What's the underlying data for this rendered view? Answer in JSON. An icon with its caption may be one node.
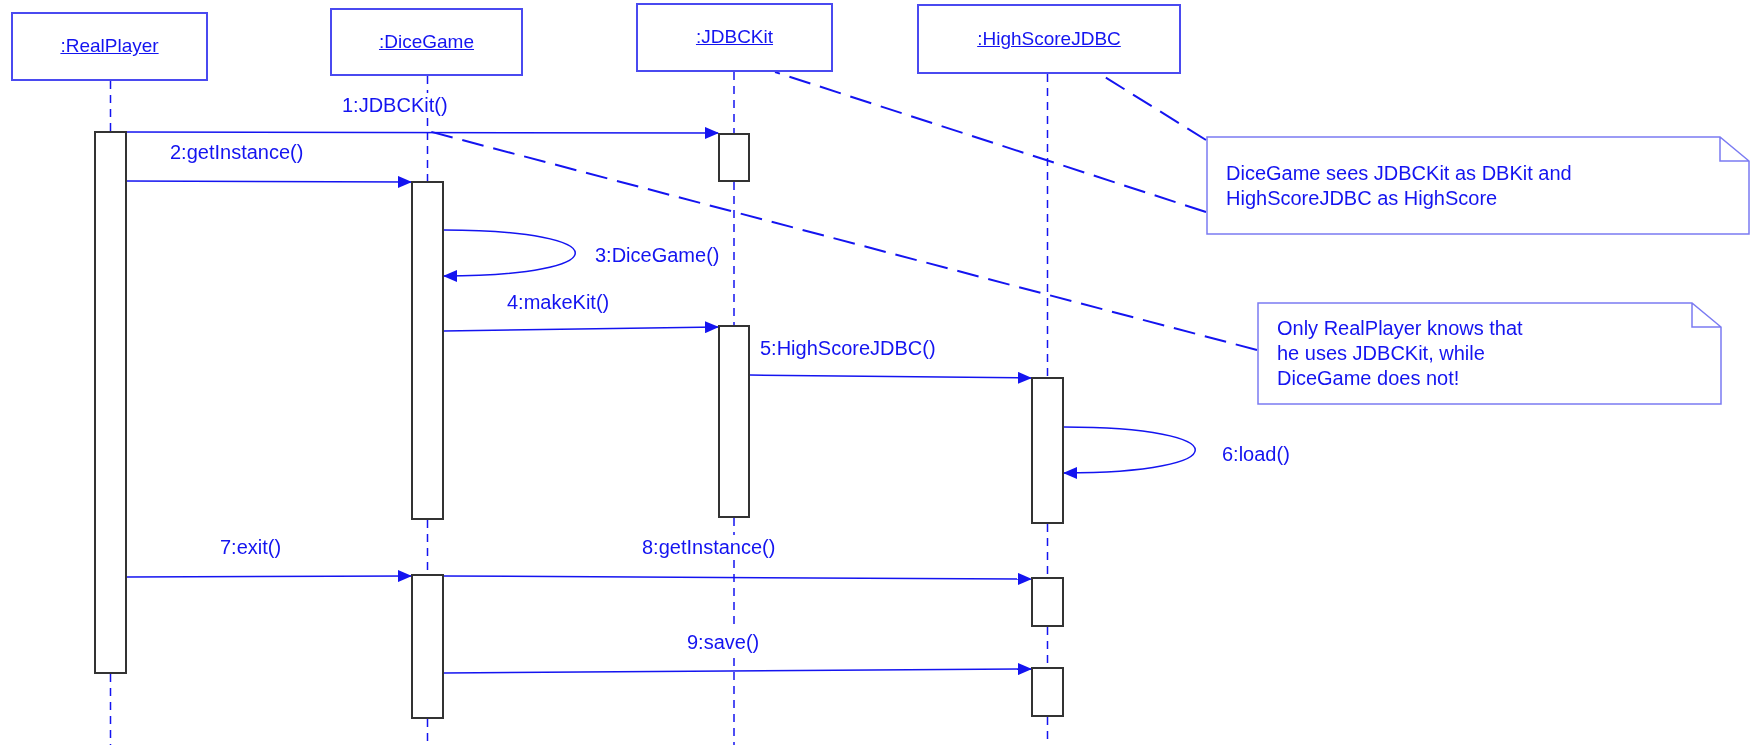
{
  "diagram": {
    "nodes": [
      {
        "text": [
          ":RealPlayer"
        ]
      },
      {
        "text": [
          ":DiceGame"
        ]
      },
      {
        "text": [
          ":JDBCKit"
        ]
      },
      {
        "text": [
          ":HighScoreJDBC"
        ]
      },
      {
        "text": [
          "DiceGame sees JDBCKit as DBKit and HighScoreJDBC as HighScore"
        ]
      },
      {
        "text": [
          "Only RealPlayer knows that he uses JDBCKit, while DiceGame does not!"
        ]
      },
      {
        "text": [],
        "shape": "bar"
      },
      {
        "text": [],
        "shape": "bar"
      },
      {
        "text": [],
        "shape": "bar"
      },
      {
        "text": [],
        "shape": "bar"
      },
      {
        "text": [],
        "shape": "bar"
      },
      {
        "text": [],
        "shape": "bar"
      },
      {
        "text": [],
        "shape": "bar"
      },
      {
        "text": [],
        "shape": "bar"
      }
    ],
    "edges": [
      {
        "from": 0,
        "to": 6,
        "arrow": "none",
        "style": "dashed"
      },
      {
        "from": 6,
        "to": null,
        "arrow": "none",
        "style": "dashed"
      },
      {
        "from": 1,
        "to": 7,
        "arrow": "none",
        "style": "dashed"
      },
      {
        "from": 7,
        "to": 8,
        "arrow": "none",
        "style": "dashed"
      },
      {
        "from": 8,
        "to": null,
        "arrow": "none",
        "style": "dashed"
      },
      {
        "from": 2,
        "to": 9,
        "arrow": "none",
        "style": "dashed"
      },
      {
        "from": 9,
        "to": 10,
        "arrow": "none",
        "style": "dashed"
      },
      {
        "from": 10,
        "to": null,
        "arrow": "none",
        "style": "dashed"
      },
      {
        "from": 3,
        "to": 11,
        "arrow": "none",
        "style": "dashed"
      },
      {
        "from": 11,
        "to": 12,
        "arrow": "none",
        "style": "dashed"
      },
      {
        "from": 12,
        "to": 13,
        "arrow": "none",
        "style": "dashed"
      },
      {
        "from": 13,
        "to": null,
        "arrow": "none",
        "style": "dashed"
      },
      {
        "from": 6,
        "to": 9,
        "arrow": "to",
        "label": "1:JDBCKit()"
      },
      {
        "from": 6,
        "to": 7,
        "arrow": "to",
        "label": "2:getInstance()"
      },
      {
        "from": 7,
        "to": 7,
        "arrow": "to",
        "label": "3:DiceGame()"
      },
      {
        "from": 7,
        "to": 10,
        "arrow": "to",
        "label": "4:makeKit()"
      },
      {
        "from": 10,
        "to": 11,
        "arrow": "to",
        "label": "5:HighScoreJDBC()"
      },
      {
        "from": 11,
        "to": 11,
        "arrow": "to",
        "label": "6:load()"
      },
      {
        "from": 6,
        "to": 8,
        "arrow": "to",
        "label": "7:exit()"
      },
      {
        "from": 8,
        "to": 12,
        "arrow": "to",
        "label": "8:getInstance()"
      },
      {
        "from": 8,
        "to": 13,
        "arrow": "to",
        "label": "9:save()"
      },
      {
        "from": 4,
        "to": 2,
        "arrow": "none",
        "style": "dashed"
      },
      {
        "from": 4,
        "to": 3,
        "arrow": "none",
        "style": "dashed"
      },
      {
        "from": 5,
        "to": null,
        "arrow": "none",
        "style": "dashed"
      }
    ]
  }
}
